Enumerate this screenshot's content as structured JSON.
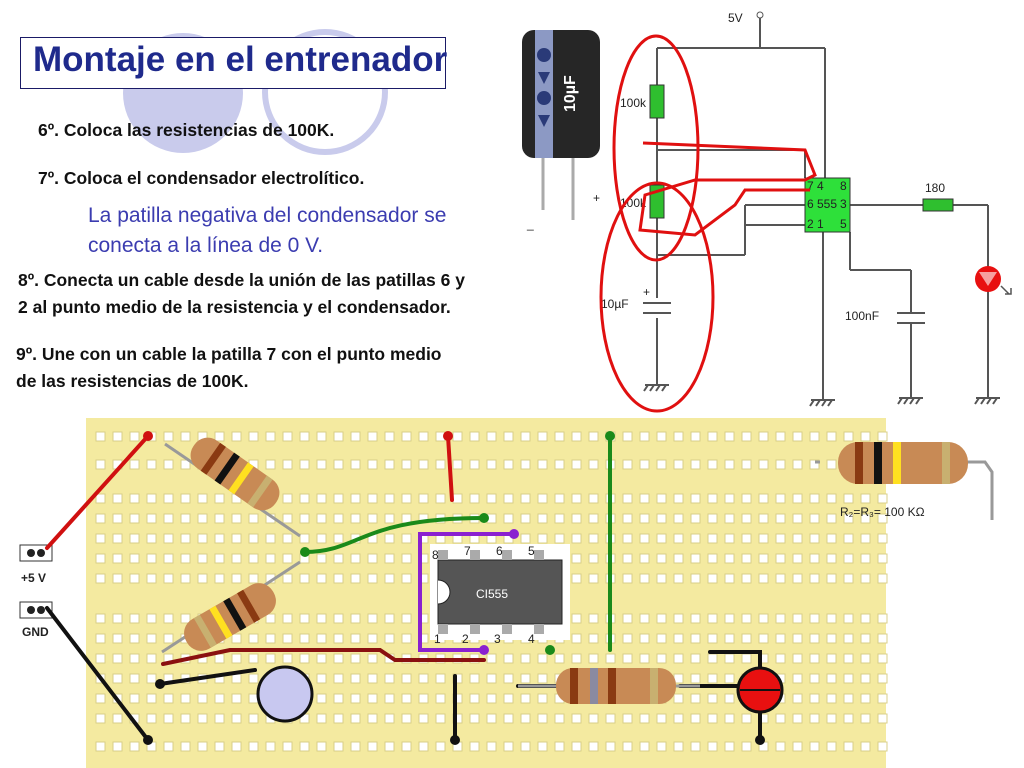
{
  "slide": {
    "title": "Montaje en el entrenador",
    "steps": {
      "s6": "6º. Coloca las resistencias de 100K.",
      "s7": "7º. Coloca el condensador electrolítico.",
      "note_line1": "La patilla negativa del condensador se",
      "note_line2": "conecta a la línea de 0 V.",
      "s8_line1": "8º. Conecta un cable desde la unión de las patillas 6 y",
      "s8_line2": "2 al punto medio de la resistencia y el condensador.",
      "s9_line1": "9º. Une con un cable la patilla 7 con el punto medio",
      "s9_line2": "de las resistencias de 100K."
    }
  },
  "capacitor_photo": {
    "value": "10µF",
    "plus": "+",
    "minus": "_"
  },
  "schematic": {
    "vcc": "5V",
    "r1": "100k",
    "r2": "100k",
    "r3": "180",
    "c1": "10µF",
    "c1_plus": "+",
    "c2": "100nF",
    "ic": "555",
    "pins": [
      "7",
      "4",
      "8",
      "6",
      "3",
      "2",
      "1",
      "5"
    ]
  },
  "breadboard": {
    "vcc_label": "+5 V",
    "gnd_label": "GND",
    "ic_label": "CI555",
    "pins_top": [
      "8",
      "7",
      "6",
      "5"
    ],
    "pins_bottom": [
      "1",
      "2",
      "3",
      "4"
    ],
    "resistor_caption": "R₂=R₃= 100 KΩ",
    "colors": {
      "board": "#f4eaa0",
      "wire_red": "#d01010",
      "wire_green": "#1a8a1a",
      "wire_purple": "#8a20d0",
      "wire_dark_red": "#8a1010",
      "wire_black": "#111111",
      "ring_red": "#e01010",
      "ic_body": "#555555"
    }
  }
}
